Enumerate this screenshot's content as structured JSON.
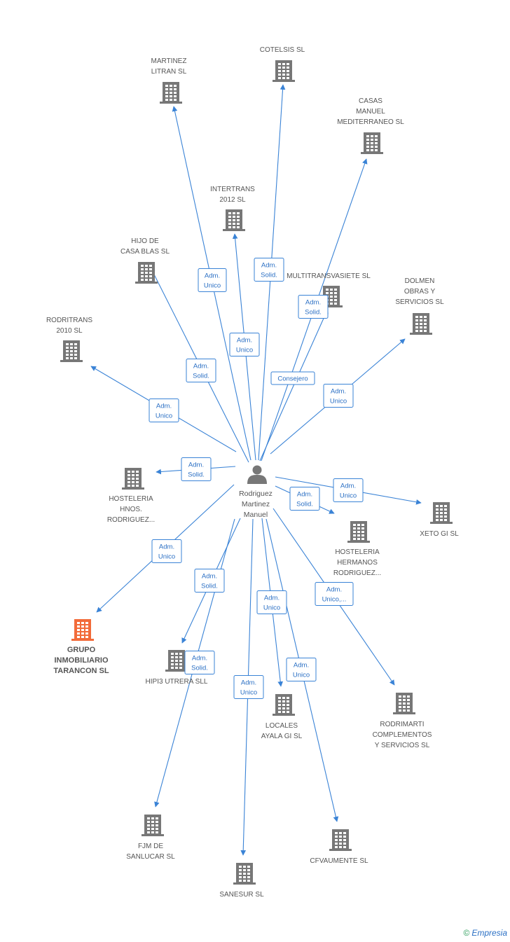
{
  "colors": {
    "edge": "#3a83d6",
    "building": "#777777",
    "highlight": "#f26b3a",
    "person": "#777777"
  },
  "center": {
    "name_lines": [
      "Rodriguez",
      "Martinez",
      "Manuel"
    ],
    "icon": "person-icon"
  },
  "nodes": [
    {
      "id": "martinez-litran",
      "lines": [
        "MARTINEZ",
        "LITRAN SL"
      ],
      "icon": "building-icon"
    },
    {
      "id": "cotelsis",
      "lines": [
        "COTELSIS SL"
      ],
      "icon": "building-icon"
    },
    {
      "id": "casas-manuel",
      "lines": [
        "CASAS",
        "MANUEL",
        "MEDITERRANEO SL"
      ],
      "icon": "building-icon"
    },
    {
      "id": "intertrans",
      "lines": [
        "INTERTRANS",
        "2012 SL"
      ],
      "icon": "building-icon"
    },
    {
      "id": "hijo-casa-blas",
      "lines": [
        "HIJO DE",
        "CASA BLAS SL"
      ],
      "icon": "building-icon"
    },
    {
      "id": "multitransvasiete",
      "lines": [
        "MULTITRANSVASIETE SL"
      ],
      "icon": "building-icon"
    },
    {
      "id": "dolmen",
      "lines": [
        "DOLMEN",
        "OBRAS Y",
        "SERVICIOS SL"
      ],
      "icon": "building-icon"
    },
    {
      "id": "rodritrans",
      "lines": [
        "RODRITRANS",
        "2010 SL"
      ],
      "icon": "building-icon"
    },
    {
      "id": "hosteleria-hnos",
      "lines": [
        "HOSTELERIA",
        "HNOS.",
        "RODRIGUEZ..."
      ],
      "icon": "building-icon"
    },
    {
      "id": "xeto",
      "lines": [
        "XETO GI SL"
      ],
      "icon": "building-icon"
    },
    {
      "id": "hosteleria-hermanos",
      "lines": [
        "HOSTELERIA",
        "HERMANOS",
        "RODRIGUEZ..."
      ],
      "icon": "building-icon"
    },
    {
      "id": "grupo-inmobiliario",
      "lines": [
        "GRUPO",
        "INMOBILIARIO",
        "TARANCON SL"
      ],
      "icon": "building-icon",
      "highlight": true
    },
    {
      "id": "hipi3",
      "lines": [
        "HIPI3 UTRERA SLL"
      ],
      "icon": "building-icon"
    },
    {
      "id": "locales-ayala",
      "lines": [
        "LOCALES",
        "AYALA GI SL"
      ],
      "icon": "building-icon"
    },
    {
      "id": "rodrimarti",
      "lines": [
        "RODRIMARTI",
        "COMPLEMENTOS",
        "Y SERVICIOS SL"
      ],
      "icon": "building-icon"
    },
    {
      "id": "fjm",
      "lines": [
        "FJM DE",
        "SANLUCAR SL"
      ],
      "icon": "building-icon"
    },
    {
      "id": "cfvaumente",
      "lines": [
        "CFVAUMENTE SL"
      ],
      "icon": "building-icon"
    },
    {
      "id": "sanesur",
      "lines": [
        "SANESUR SL"
      ],
      "icon": "building-icon"
    }
  ],
  "edges": [
    {
      "to": "martinez-litran",
      "label": [
        "Adm.",
        "Unico"
      ]
    },
    {
      "to": "cotelsis",
      "label": [
        "Adm.",
        "Solid."
      ]
    },
    {
      "to": "casas-manuel",
      "label": [
        "Adm.",
        "Solid."
      ]
    },
    {
      "to": "intertrans",
      "label": [
        "Adm.",
        "Unico"
      ]
    },
    {
      "to": "hijo-casa-blas",
      "label": [
        "Adm.",
        "Solid."
      ]
    },
    {
      "to": "multitransvasiete",
      "label": [
        "Consejero"
      ]
    },
    {
      "to": "dolmen",
      "label": [
        "Adm.",
        "Unico"
      ]
    },
    {
      "to": "rodritrans",
      "label": [
        "Adm.",
        "Unico"
      ]
    },
    {
      "to": "hosteleria-hnos",
      "label": [
        "Adm.",
        "Solid."
      ]
    },
    {
      "to": "xeto",
      "label": [
        "Adm.",
        "Unico"
      ]
    },
    {
      "to": "hosteleria-hermanos",
      "label": [
        "Adm.",
        "Solid."
      ]
    },
    {
      "to": "grupo-inmobiliario",
      "label": [
        "Adm.",
        "Unico"
      ]
    },
    {
      "to": "hipi3",
      "label": [
        "Adm.",
        "Solid."
      ]
    },
    {
      "to": "locales-ayala",
      "label": [
        "Adm.",
        "Unico"
      ]
    },
    {
      "to": "rodrimarti",
      "label": [
        "Adm.",
        "Unico,..."
      ]
    },
    {
      "to": "fjm",
      "label": [
        "Adm.",
        "Solid."
      ]
    },
    {
      "to": "cfvaumente",
      "label": [
        "Adm.",
        "Unico"
      ]
    },
    {
      "to": "sanesur",
      "label": [
        "Adm.",
        "Unico"
      ]
    }
  ],
  "footer": {
    "copyright": "©",
    "brand": "Empresia"
  }
}
